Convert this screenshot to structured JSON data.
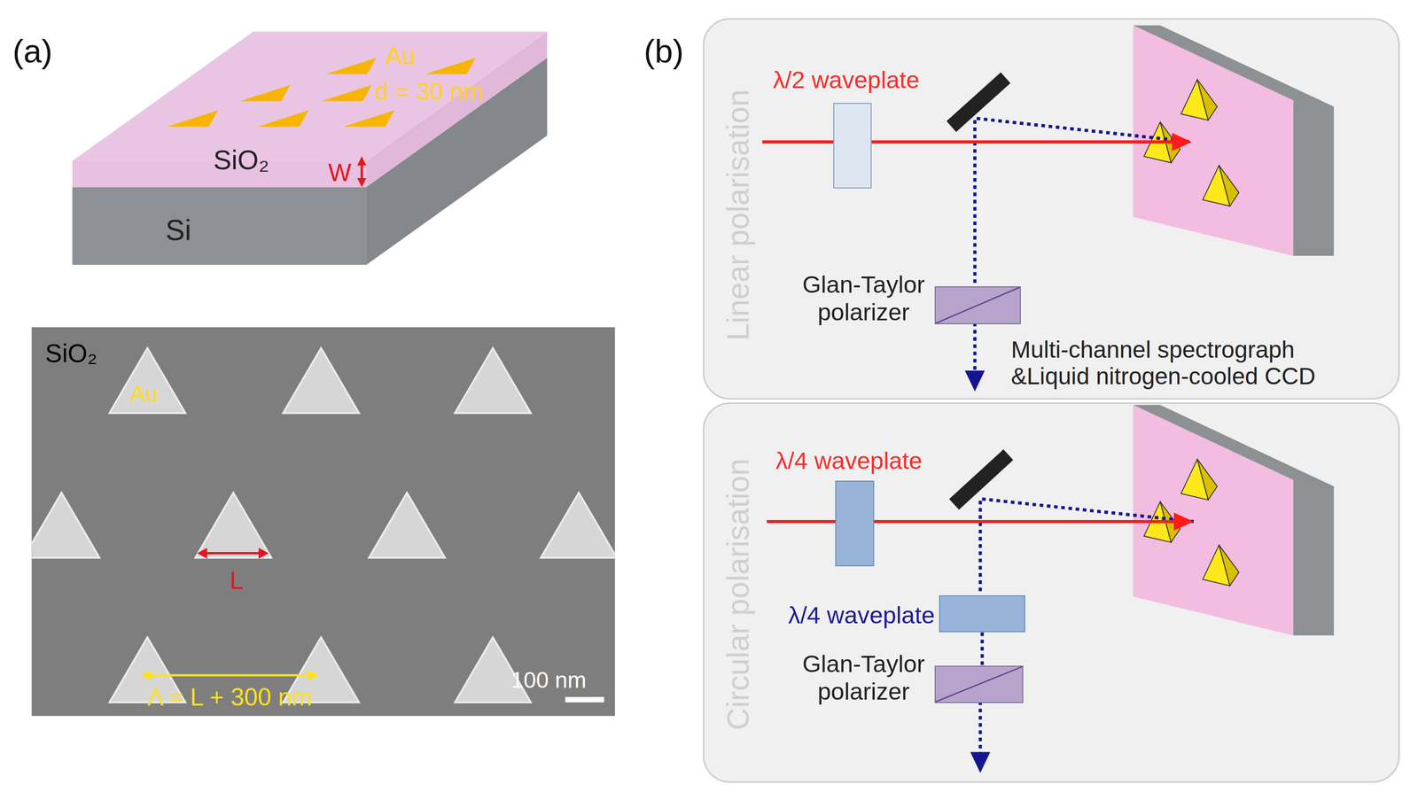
{
  "diagram": {
    "nodes": [
      {
        "text": [
          "Linear polarisation"
        ]
      },
      {
        "text": [
          "λ/2 waveplate"
        ],
        "in": 0
      },
      {
        "text": [
          "Glan-Taylor polarizer"
        ],
        "in": 0
      },
      {
        "text": [
          "Circular polarisation"
        ]
      },
      {
        "text": [
          "λ/4 waveplate"
        ],
        "in": 3
      },
      {
        "text": [
          "λ/4 waveplate"
        ],
        "in": 3
      },
      {
        "text": [
          "Glan-Taylor polarizer"
        ],
        "in": 3
      }
    ],
    "edges": [
      {
        "from": 5,
        "to": 6,
        "arrow": "none"
      }
    ],
    "labels": [
      "(a)",
      "Au",
      "d = 30 nm",
      "SiO₂",
      "W",
      "Si",
      "SiO₂",
      "Au",
      "L",
      "Λ = L + 300 nm",
      "100 nm",
      "(b)",
      "Multi-channel spectrograph &Liquid nitrogen-cooled CCD"
    ]
  }
}
